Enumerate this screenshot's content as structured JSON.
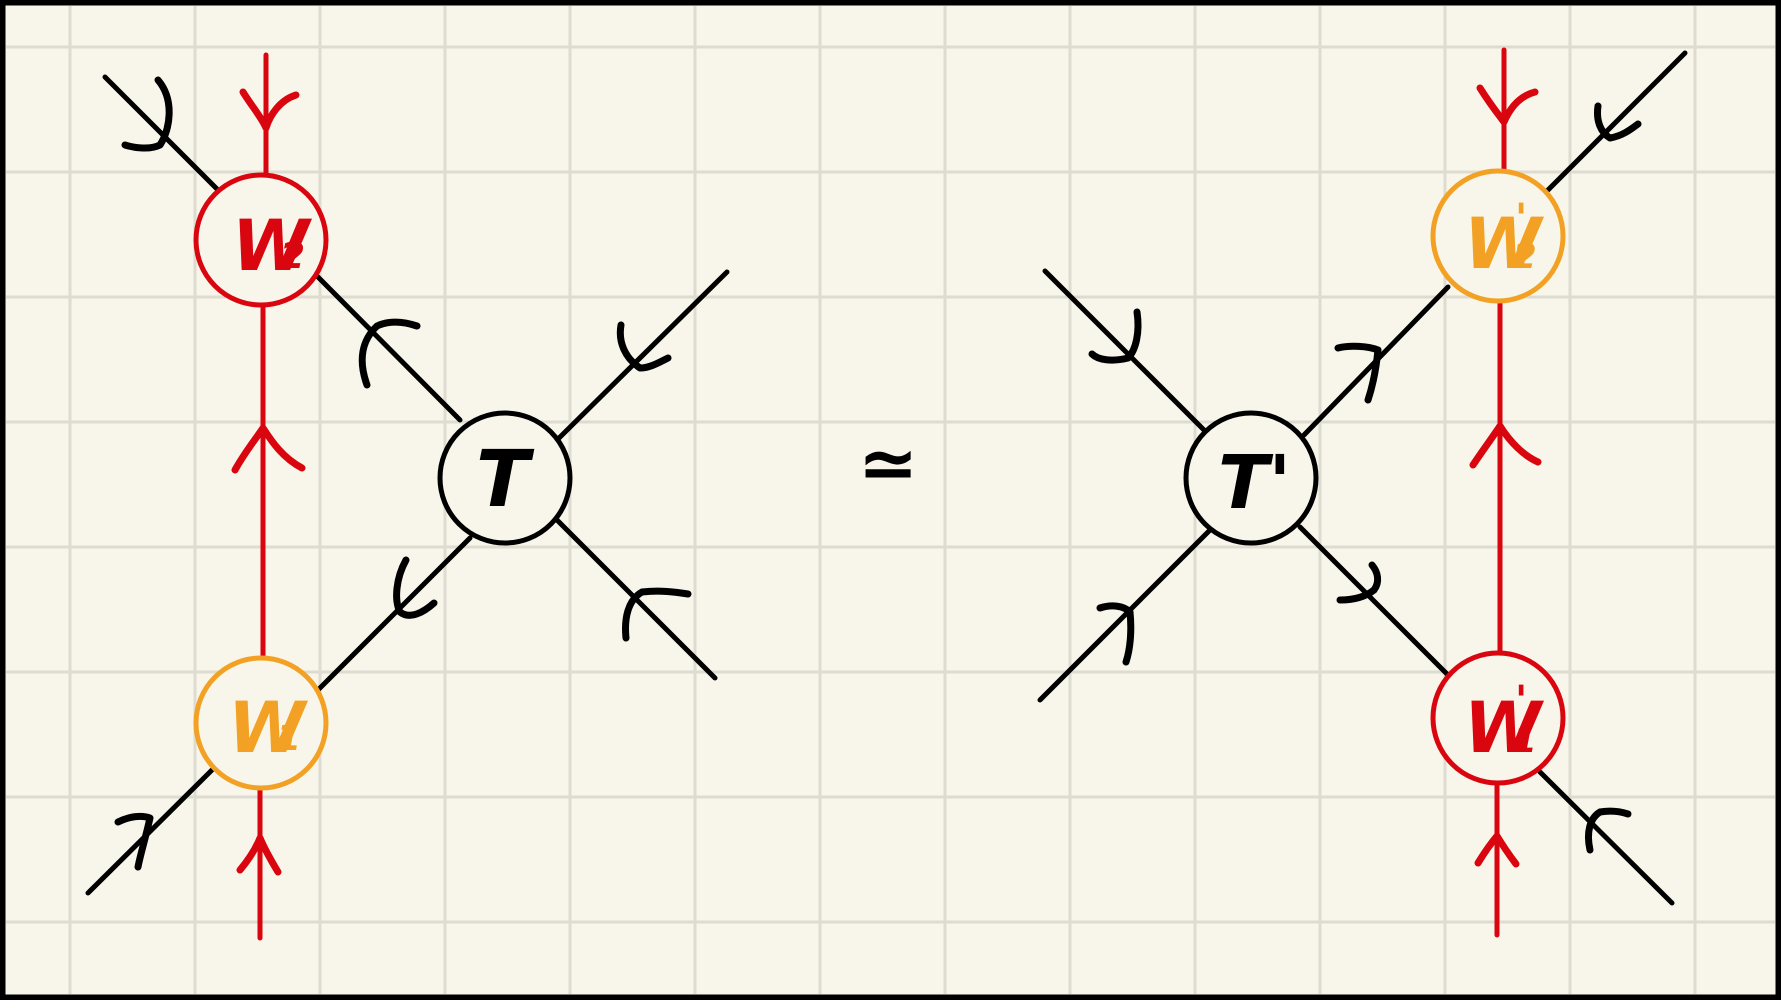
{
  "colors": {
    "paper": "#f8f6ea",
    "grid": "#dedcd0",
    "ink": "#000000",
    "red": "#d9050f",
    "orange": "#f3a124"
  },
  "left_diagram": {
    "central_tensor": "T",
    "upper_node": "W",
    "upper_subscript": "2",
    "lower_node": "W",
    "lower_subscript": "1"
  },
  "relation_symbol": "≃",
  "right_diagram": {
    "central_tensor": "T'",
    "upper_node": "W",
    "upper_subscript": "2",
    "upper_prime": "'",
    "lower_node": "W",
    "lower_subscript": "1",
    "lower_prime": "'"
  }
}
